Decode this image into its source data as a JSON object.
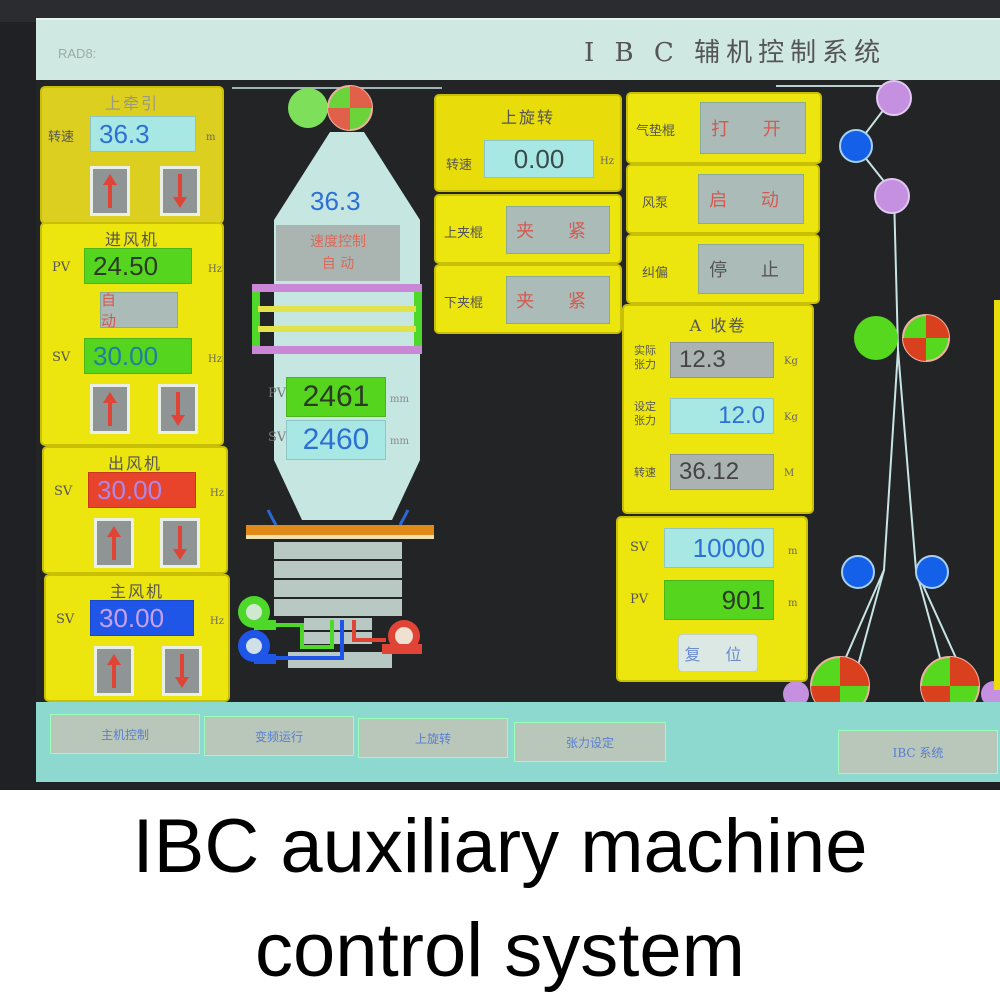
{
  "window": {
    "rad_label": "RAD8:",
    "title": "I B C 辅机控制系统"
  },
  "left_column": {
    "upper_traction": {
      "title": "上牵引",
      "speed_label": "转速",
      "speed_value": "36.3",
      "unit": "m",
      "up": "up-arrow",
      "down": "down-arrow"
    },
    "intake_fan": {
      "title": "进风机",
      "pv_label": "PV",
      "pv_value": "24.50",
      "pv_unit": "Hz",
      "mode": "自 动",
      "sv_label": "SV",
      "sv_value": "30.00",
      "sv_unit": "Hz"
    },
    "exhaust_fan": {
      "title": "出风机",
      "sv_label": "SV",
      "sv_value": "30.00",
      "sv_unit": "Hz"
    },
    "main_fan": {
      "title": "主风机",
      "sv_label": "SV",
      "sv_value": "30.00",
      "sv_unit": "Hz"
    }
  },
  "tower": {
    "speed": "36.3",
    "speed_ctrl_line1": "速度控制",
    "speed_ctrl_line2": "自 动",
    "pv_label": "PV",
    "pv_value": "2461",
    "pv_unit": "mm",
    "sv_label": "SV",
    "sv_value": "2460",
    "sv_unit": "mm"
  },
  "middle_column": {
    "upper_rotation": {
      "title": "上旋转",
      "speed_label": "转速",
      "speed_value": "0.00",
      "unit": "Hz"
    },
    "upper_nip": {
      "label": "上夹棍",
      "status": "夹 紧"
    },
    "lower_nip": {
      "label": "下夹棍",
      "status": "夹 紧"
    }
  },
  "right_column": {
    "air_roller": {
      "label": "气垫棍",
      "status": "打 开"
    },
    "blower": {
      "label": "风泵",
      "status": "启 动"
    },
    "web_guide": {
      "label": "纠偏",
      "status": "停 止"
    },
    "winder_a": {
      "title": "A 收卷",
      "actual_tension_label": "实际张力",
      "actual_tension": "12.3",
      "set_tension_label": "设定张力",
      "set_tension": "12.0",
      "tension_unit": "Kg",
      "speed_label": "转速",
      "speed": "36.12",
      "speed_unit": "M"
    },
    "length": {
      "sv_label": "SV",
      "sv_value": "10000",
      "pv_label": "PV",
      "pv_value": "901",
      "unit": "m",
      "reset": "复 位"
    }
  },
  "nav": {
    "buttons": [
      "主机控制",
      "变频运行",
      "上旋转",
      "张力设定"
    ],
    "ibc_button": "IBC 系统"
  },
  "caption": {
    "line1": "IBC auxiliary machine",
    "line2": "control system"
  },
  "colors": {
    "panel_yellow": "#e8dc0a",
    "value_cyan": "#a8e8e4",
    "value_green": "#56d51e",
    "value_red": "#e8432b",
    "value_blue": "#1f56e8",
    "status_text_red": "#d45a50",
    "roller_purple": "#c690e0",
    "roller_blue": "#1560e8"
  }
}
